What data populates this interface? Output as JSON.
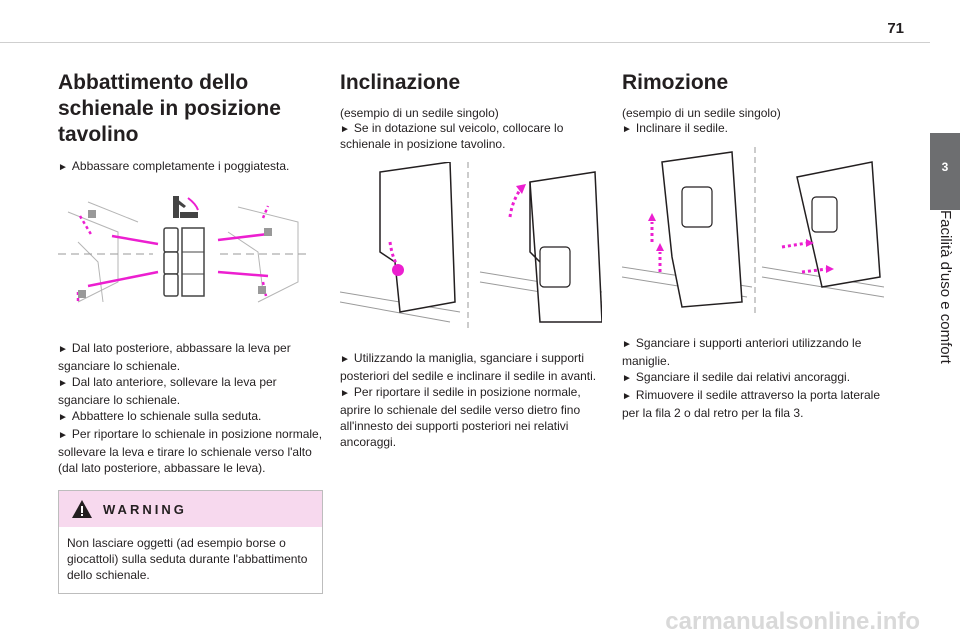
{
  "header": {
    "page_number": "71"
  },
  "side_tab": {
    "number": "3",
    "label": "Facilità d'uso e comfort"
  },
  "section1": {
    "title": "Abbattimento dello schienale in posizione tavolino",
    "step1": "Abbassare completamente i poggiatesta.",
    "steps": [
      "Dal lato posteriore, abbassare la leva per sganciare lo schienale.",
      "Dal lato anteriore, sollevare la leva per sganciare lo schienale.",
      "Abbattere lo schienale sulla seduta.",
      "Per riportare lo schienale in posizione normale, sollevare la leva e tirare lo schienale verso l'alto (dal lato posteriore, abbassare le leva)."
    ],
    "warning": {
      "title": "WARNING",
      "text": "Non lasciare oggetti (ad esempio borse o giocattoli) sulla seduta durante l'abbattimento dello schienale."
    }
  },
  "section2": {
    "title": "Inclinazione",
    "intro": "(esempio di un sedile singolo)",
    "intro_step": "Se in dotazione sul veicolo, collocare lo schienale in posizione tavolino.",
    "steps": [
      "Utilizzando la maniglia, sganciare i supporti posteriori del sedile e inclinare il sedile in avanti.",
      "Per riportare il sedile in posizione normale, aprire lo schienale del sedile verso dietro fino all'innesto dei supporti posteriori nei relativi ancoraggi."
    ]
  },
  "section3": {
    "title": "Rimozione",
    "intro": "(esempio di un sedile singolo)",
    "intro_step": "Inclinare il sedile.",
    "steps": [
      "Sganciare i supporti anteriori utilizzando le maniglie.",
      "Sganciare il sedile dai relativi ancoraggi.",
      "Rimuovere il sedile attraverso la porta laterale per la fila 2 o dal retro per la fila 3."
    ]
  },
  "bullet": "►",
  "watermark": "carmanualsonline.info",
  "colors": {
    "accent": "#ec1fd0",
    "tab": "#6d6e70",
    "warning_bg": "#f7d9ee"
  }
}
